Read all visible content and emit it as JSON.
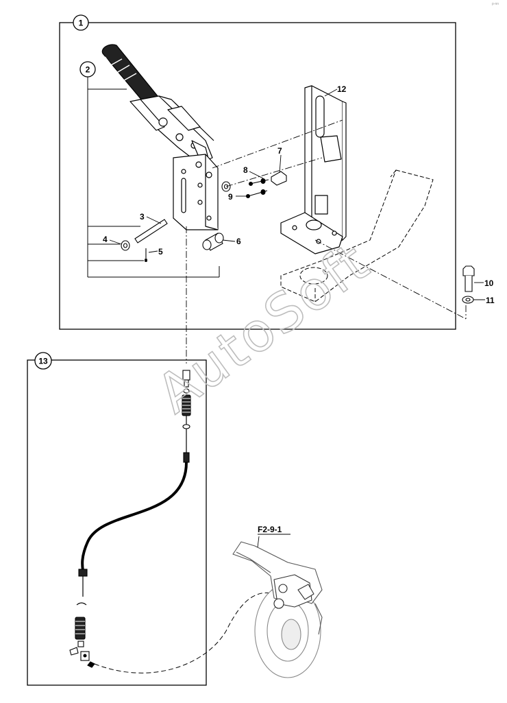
{
  "diagram": {
    "group_labels": {
      "main": "1",
      "lever": "2",
      "cable": "13"
    },
    "callouts": [
      "3",
      "4",
      "5",
      "6",
      "7",
      "8",
      "9",
      "10",
      "11",
      "12"
    ],
    "reference": "F2-9-1",
    "watermark": "AutoSoft",
    "corner_mark": "p-nn"
  }
}
